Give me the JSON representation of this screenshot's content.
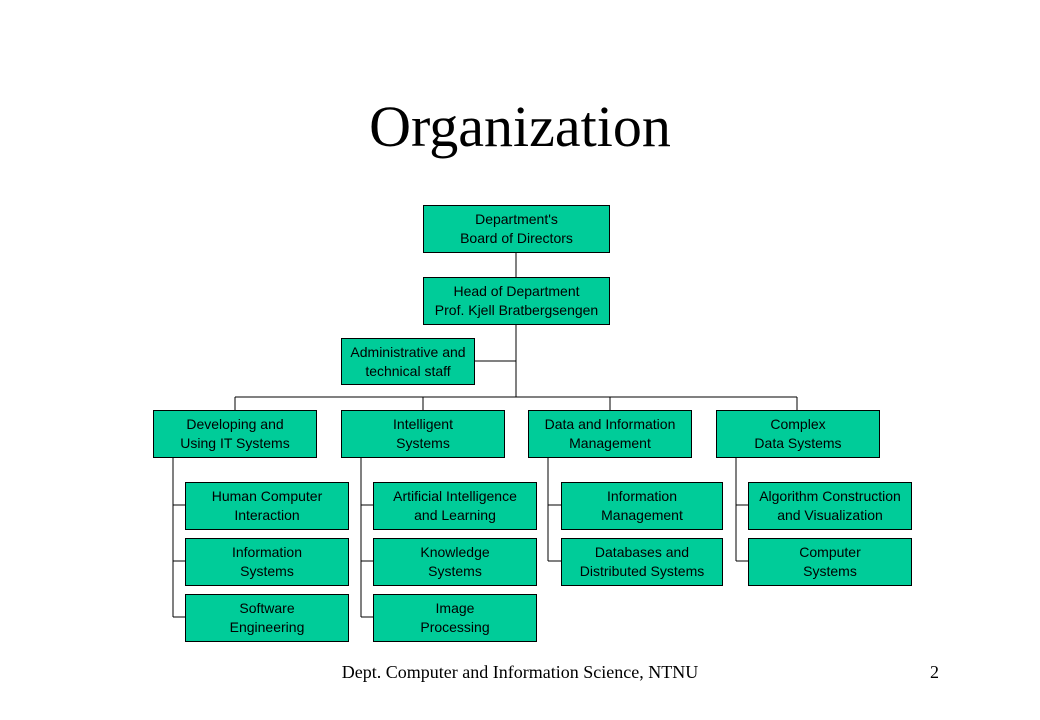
{
  "slide": {
    "title": "Organization",
    "footer": "Dept. Computer and Information Science, NTNU",
    "page_number": "2"
  },
  "colors": {
    "box_fill": "#00cc99",
    "line": "#000000"
  },
  "chart": {
    "board": {
      "line1": "Department's",
      "line2": "Board of Directors"
    },
    "head": {
      "line1": "Head of Department",
      "line2": "Prof. Kjell Bratbergsengen"
    },
    "admin": {
      "line1": "Administrative and",
      "line2": "technical staff"
    },
    "divisions": [
      {
        "line1": "Developing and",
        "line2": "Using IT Systems",
        "groups": [
          {
            "line1": "Human Computer",
            "line2": "Interaction"
          },
          {
            "line1": "Information",
            "line2": "Systems"
          },
          {
            "line1": "Software",
            "line2": "Engineering"
          }
        ]
      },
      {
        "line1": "Intelligent",
        "line2": "Systems",
        "groups": [
          {
            "line1": "Artificial Intelligence",
            "line2": "and Learning"
          },
          {
            "line1": "Knowledge",
            "line2": "Systems"
          },
          {
            "line1": "Image",
            "line2": "Processing"
          }
        ]
      },
      {
        "line1": "Data and Information",
        "line2": "Management",
        "groups": [
          {
            "line1": "Information",
            "line2": "Management"
          },
          {
            "line1": "Databases and",
            "line2": "Distributed Systems"
          }
        ]
      },
      {
        "line1": "Complex",
        "line2": "Data Systems",
        "groups": [
          {
            "line1": "Algorithm Construction",
            "line2": "and Visualization"
          },
          {
            "line1": "Computer",
            "line2": "Systems"
          }
        ]
      }
    ]
  }
}
